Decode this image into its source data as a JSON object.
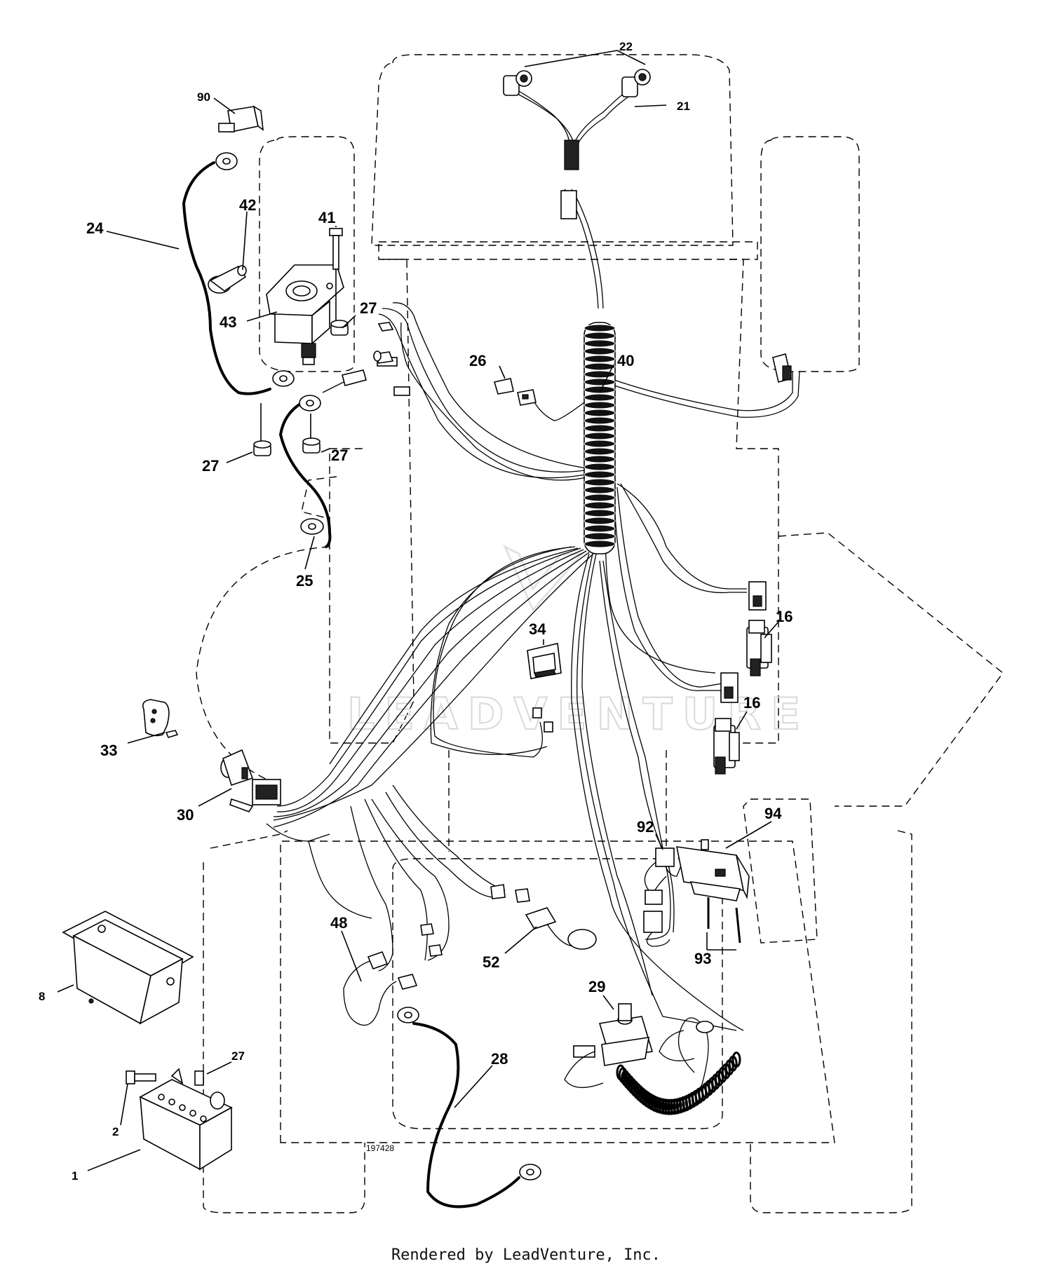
{
  "diagram": {
    "callouts": {
      "c1": "1",
      "c2": "2",
      "c8": "8",
      "c16a": "16",
      "c16b": "16",
      "c21": "21",
      "c22": "22",
      "c24": "24",
      "c25": "25",
      "c26": "26",
      "c27a": "27",
      "c27b": "27",
      "c27c": "27",
      "c27d": "27",
      "c28": "28",
      "c29": "29",
      "c30": "30",
      "c33": "33",
      "c34": "34",
      "c40": "40",
      "c41": "41",
      "c42": "42",
      "c43": "43",
      "c48": "48",
      "c52": "52",
      "c90": "90",
      "c92": "92",
      "c93": "93",
      "c94": "94"
    },
    "drawing_number": "197428",
    "watermark": "LEADVENTURE"
  },
  "footer": {
    "credit": "Rendered by LeadVenture, Inc."
  }
}
